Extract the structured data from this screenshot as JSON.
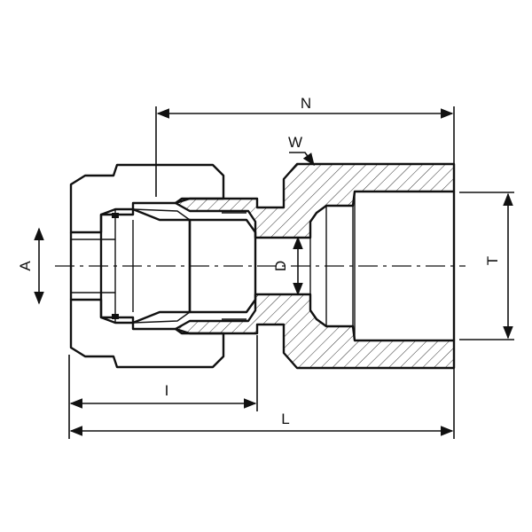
{
  "diagram": {
    "labels": {
      "A": "A",
      "D": "D",
      "I": "I",
      "L": "L",
      "N": "N",
      "T": "T",
      "W": "W"
    }
  }
}
